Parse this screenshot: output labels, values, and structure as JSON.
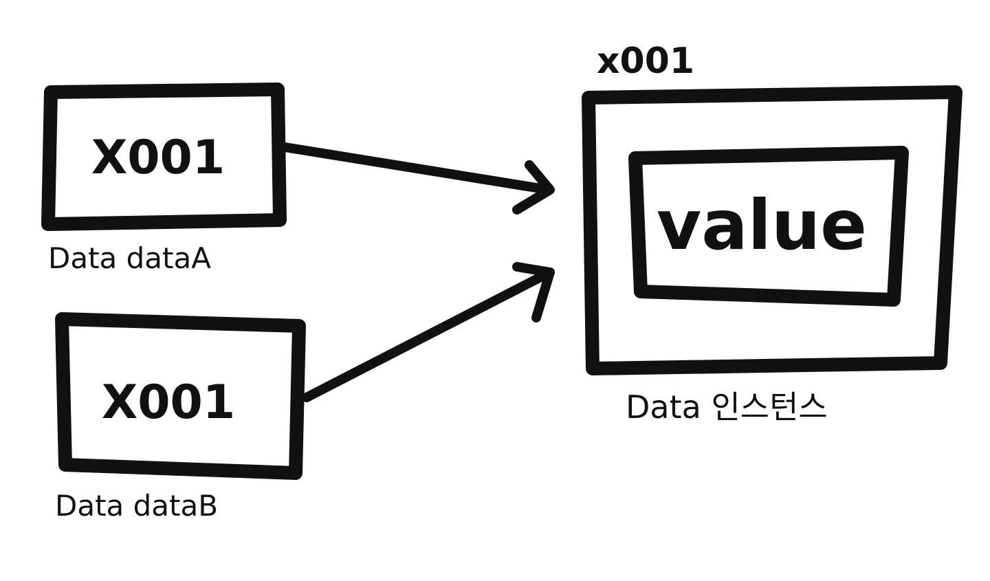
{
  "variables": [
    {
      "id": "dataA",
      "reference_value": "X001",
      "label": "Data dataA"
    },
    {
      "id": "dataB",
      "reference_value": "X001",
      "label": "Data dataB"
    }
  ],
  "instance": {
    "address": "x001",
    "field_value": "value",
    "label": "Data 인스턴스"
  },
  "colors": {
    "ink": "#111111",
    "background": "#ffffff"
  }
}
